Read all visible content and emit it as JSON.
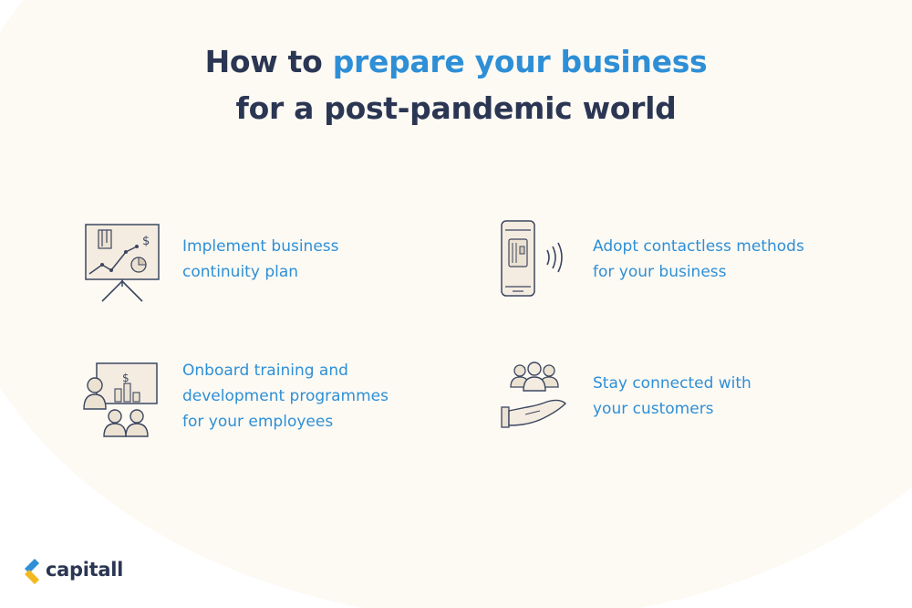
{
  "title": {
    "line1_prefix": "How to ",
    "line1_highlight": "prepare your business",
    "line2": "for a post-pandemic world"
  },
  "items": [
    {
      "icon": "presentation-board-icon",
      "lines": [
        "Implement business",
        "continuity plan"
      ]
    },
    {
      "icon": "contactless-phone-icon",
      "lines": [
        "Adopt contactless methods",
        "for your business"
      ]
    },
    {
      "icon": "training-session-icon",
      "lines": [
        "Onboard training and",
        "development programmes",
        "for your employees"
      ]
    },
    {
      "icon": "customers-in-hand-icon",
      "lines": [
        "Stay connected with",
        "your customers"
      ]
    }
  ],
  "logo": {
    "text": "capitall"
  },
  "colors": {
    "title": "#2b3653",
    "highlight": "#2e8fd6",
    "background_blob": "#fdfaf4",
    "logo_blue": "#2e8fd6",
    "logo_yellow": "#f3b81e"
  }
}
